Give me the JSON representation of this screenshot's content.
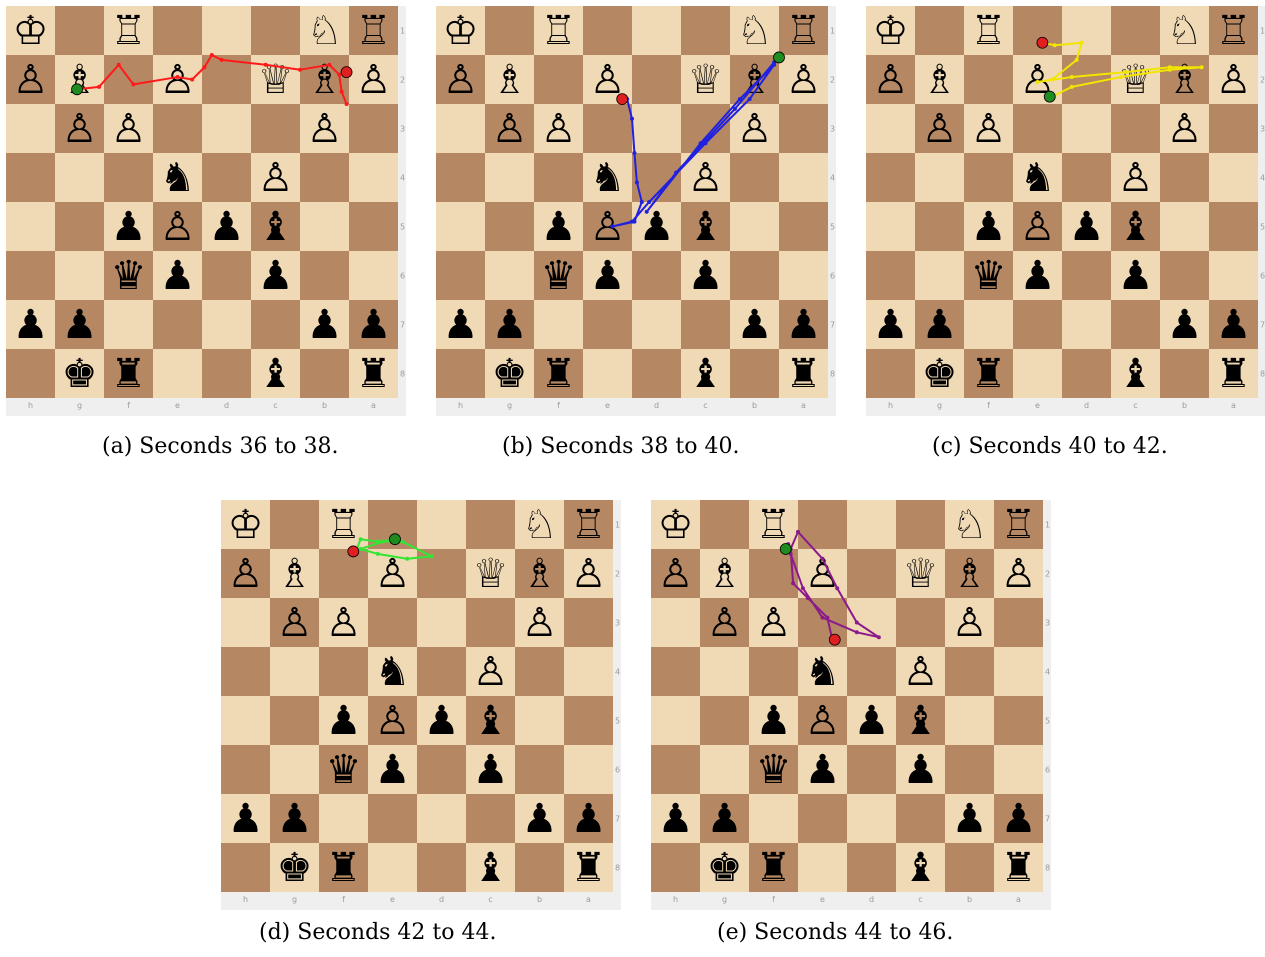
{
  "files": [
    "h",
    "g",
    "f",
    "e",
    "d",
    "c",
    "b",
    "a"
  ],
  "ranks": [
    "1",
    "2",
    "3",
    "4",
    "5",
    "6",
    "7",
    "8"
  ],
  "board_colors": {
    "light": "#f0d9b5",
    "dark": "#b58863"
  },
  "pieces": [
    {
      "sq": "h1",
      "glyph": "♔"
    },
    {
      "sq": "f1",
      "glyph": "♖"
    },
    {
      "sq": "b1",
      "glyph": "♘"
    },
    {
      "sq": "a1",
      "glyph": "♖"
    },
    {
      "sq": "h2",
      "glyph": "♙"
    },
    {
      "sq": "g2",
      "glyph": "♗"
    },
    {
      "sq": "e2",
      "glyph": "♙"
    },
    {
      "sq": "c2",
      "glyph": "♕"
    },
    {
      "sq": "b2",
      "glyph": "♗"
    },
    {
      "sq": "a2",
      "glyph": "♙"
    },
    {
      "sq": "g3",
      "glyph": "♙"
    },
    {
      "sq": "f3",
      "glyph": "♙"
    },
    {
      "sq": "b3",
      "glyph": "♙"
    },
    {
      "sq": "e4",
      "glyph": "♞"
    },
    {
      "sq": "c4",
      "glyph": "♙"
    },
    {
      "sq": "f5",
      "glyph": "♟"
    },
    {
      "sq": "e5",
      "glyph": "♙"
    },
    {
      "sq": "d5",
      "glyph": "♟"
    },
    {
      "sq": "c5",
      "glyph": "♝"
    },
    {
      "sq": "f6",
      "glyph": "♛"
    },
    {
      "sq": "e6",
      "glyph": "♟"
    },
    {
      "sq": "c6",
      "glyph": "♟"
    },
    {
      "sq": "h7",
      "glyph": "♟"
    },
    {
      "sq": "g7",
      "glyph": "♟"
    },
    {
      "sq": "b7",
      "glyph": "♟"
    },
    {
      "sq": "a7",
      "glyph": "♟"
    },
    {
      "sq": "g8",
      "glyph": "♚"
    },
    {
      "sq": "f8",
      "glyph": "♜"
    },
    {
      "sq": "c8",
      "glyph": "♝"
    },
    {
      "sq": "a8",
      "glyph": "♜"
    }
  ],
  "panels": [
    {
      "caption": "(a) Seconds 36 to 38.",
      "trail_color": "#ff1a1a",
      "start_marker_color": "#e02020",
      "end_marker_color": "#1e8c1e",
      "trail": [
        [
          6.95,
          2.0
        ],
        [
          6.85,
          1.75
        ],
        [
          6.8,
          1.4
        ],
        [
          6.6,
          1.2
        ],
        [
          6.0,
          1.3
        ],
        [
          5.3,
          1.2
        ],
        [
          4.4,
          1.1
        ],
        [
          4.2,
          1.0
        ],
        [
          4.05,
          1.25
        ],
        [
          3.8,
          1.5
        ],
        [
          3.5,
          1.45
        ],
        [
          2.6,
          1.6
        ],
        [
          2.3,
          1.2
        ],
        [
          1.9,
          1.65
        ],
        [
          1.45,
          1.7
        ]
      ],
      "trail_start": [
        6.95,
        1.35
      ],
      "trail_end": [
        1.45,
        1.7
      ]
    },
    {
      "caption": "(b) Seconds 38 to 40.",
      "trail_color": "#2020e0",
      "start_marker_color": "#e02020",
      "end_marker_color": "#1e8c1e",
      "trail": [
        [
          3.9,
          1.9
        ],
        [
          4.0,
          2.3
        ],
        [
          4.05,
          3.0
        ],
        [
          4.1,
          3.6
        ],
        [
          4.2,
          4.0
        ],
        [
          4.05,
          4.4
        ],
        [
          3.6,
          4.5
        ],
        [
          4.0,
          4.4
        ],
        [
          4.35,
          4.0
        ],
        [
          5.5,
          2.8
        ],
        [
          6.4,
          1.9
        ],
        [
          6.9,
          1.2
        ],
        [
          6.2,
          1.9
        ],
        [
          5.4,
          2.8
        ],
        [
          4.3,
          4.2
        ],
        [
          4.9,
          3.4
        ],
        [
          6.1,
          2.1
        ],
        [
          6.9,
          1.15
        ],
        [
          7.0,
          1.05
        ]
      ],
      "trail_start": [
        3.8,
        1.9
      ],
      "trail_end": [
        7.0,
        1.05
      ]
    },
    {
      "caption": "(c) Seconds 40 to 42.",
      "trail_color": "#f2e600",
      "start_marker_color": "#e02020",
      "end_marker_color": "#1e8c1e",
      "trail": [
        [
          3.6,
          0.75
        ],
        [
          3.85,
          0.8
        ],
        [
          4.4,
          0.75
        ],
        [
          4.3,
          1.1
        ],
        [
          3.8,
          1.5
        ],
        [
          3.5,
          1.55
        ],
        [
          4.2,
          1.45
        ],
        [
          5.3,
          1.35
        ],
        [
          6.2,
          1.25
        ],
        [
          6.85,
          1.25
        ],
        [
          6.2,
          1.3
        ],
        [
          5.2,
          1.45
        ],
        [
          4.2,
          1.65
        ],
        [
          3.8,
          1.85
        ]
      ],
      "trail_start": [
        3.6,
        0.75
      ],
      "trail_end": [
        3.75,
        1.85
      ]
    },
    {
      "caption": "(d) Seconds 42 to 44.",
      "trail_color": "#33e633",
      "start_marker_color": "#e02020",
      "end_marker_color": "#1e8c1e",
      "trail": [
        [
          2.75,
          1.05
        ],
        [
          2.85,
          0.8
        ],
        [
          3.2,
          0.85
        ],
        [
          3.7,
          0.85
        ],
        [
          4.3,
          1.15
        ],
        [
          3.8,
          1.2
        ],
        [
          3.2,
          1.1
        ],
        [
          2.85,
          1.0
        ],
        [
          3.3,
          0.85
        ],
        [
          3.5,
          0.8
        ]
      ],
      "trail_start": [
        2.7,
        1.05
      ],
      "trail_end": [
        3.55,
        0.8
      ]
    },
    {
      "caption": "(e) Seconds 44 to 46.",
      "trail_color": "#8b1a8b",
      "start_marker_color": "#e02020",
      "end_marker_color": "#1e8c1e",
      "trail": [
        [
          3.7,
          2.85
        ],
        [
          3.6,
          2.4
        ],
        [
          3.2,
          2.0
        ],
        [
          2.9,
          1.7
        ],
        [
          2.85,
          1.0
        ],
        [
          3.0,
          0.65
        ],
        [
          3.5,
          1.2
        ],
        [
          3.8,
          1.8
        ],
        [
          4.2,
          2.5
        ],
        [
          4.65,
          2.8
        ],
        [
          4.2,
          2.7
        ],
        [
          3.5,
          2.4
        ],
        [
          3.1,
          1.8
        ],
        [
          2.85,
          1.1
        ],
        [
          2.8,
          0.9
        ]
      ],
      "trail_start": [
        3.75,
        2.85
      ],
      "trail_end": [
        2.75,
        1.0
      ]
    }
  ]
}
